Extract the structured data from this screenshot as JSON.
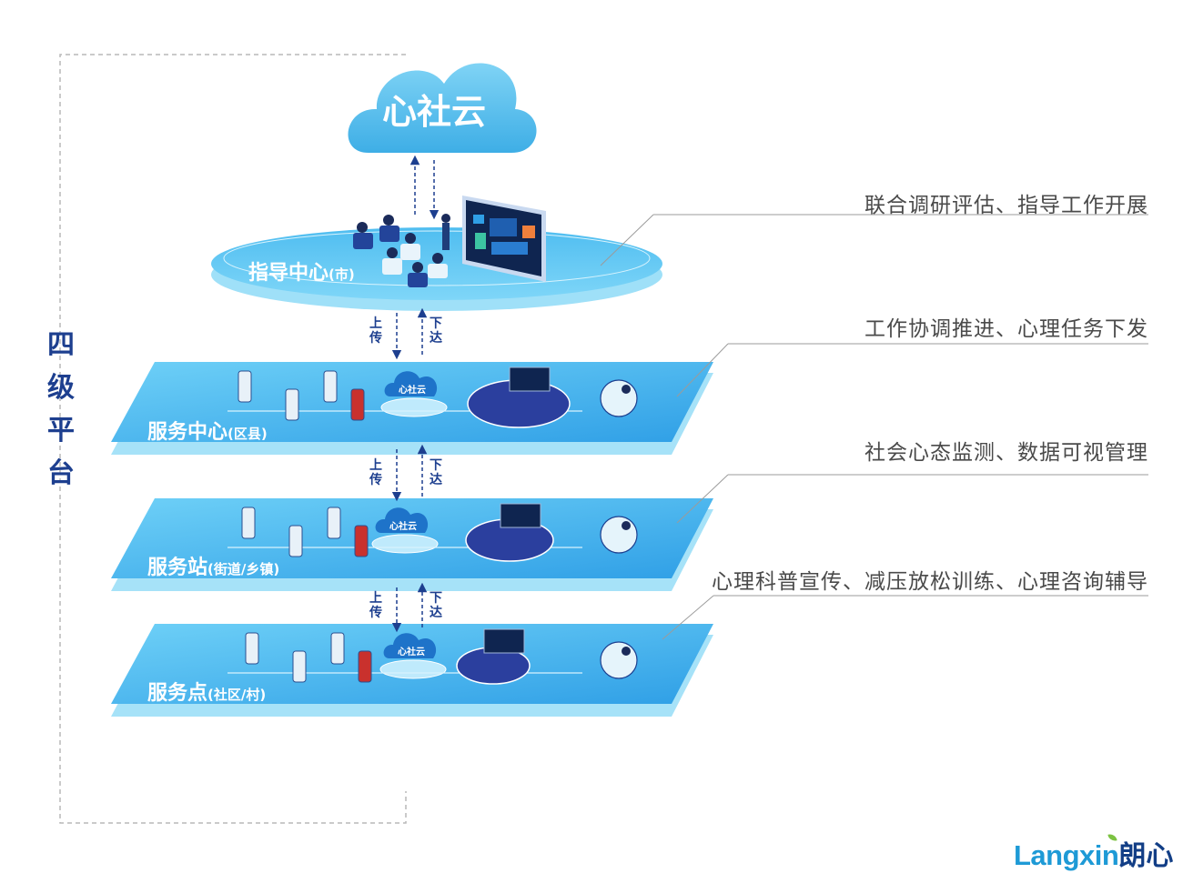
{
  "platform": {
    "title_chars": [
      "四",
      "级",
      "平",
      "台"
    ],
    "cloud_label": "心社云",
    "small_cloud_label": "心社云"
  },
  "levels": [
    {
      "name": "指导中心",
      "scope": "(市)",
      "description": "联合调研评估、指导工作开展"
    },
    {
      "name": "服务中心",
      "scope": "(区县)",
      "description": "工作协调推进、心理任务下发"
    },
    {
      "name": "服务站",
      "scope": "(街道/乡镇)",
      "description": "社会心态监测、数据可视管理"
    },
    {
      "name": "服务点",
      "scope": "(社区/村)",
      "description": "心理科普宣传、减压放松训练、心理咨询辅导"
    }
  ],
  "arrows": {
    "up": [
      "上",
      "传"
    ],
    "down": [
      "下",
      "达"
    ]
  },
  "brand": {
    "en": "Langxin",
    "cn": "朗心"
  },
  "colors": {
    "navy": "#1d3f8f",
    "sky": "#4fc3f1",
    "deep": "#2b8fdc",
    "cloud": "#5fc4ef"
  }
}
